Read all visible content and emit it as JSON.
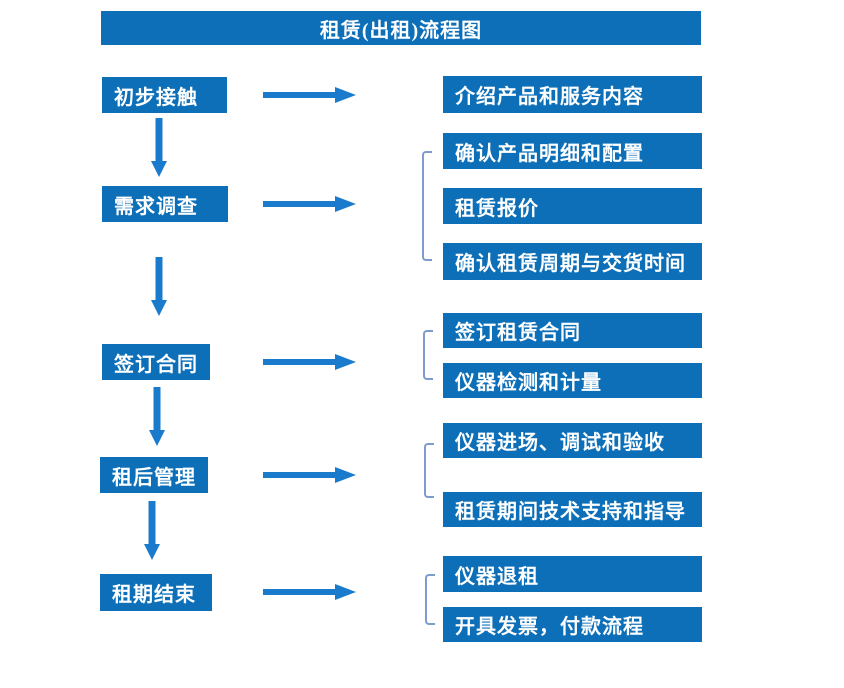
{
  "title": "租赁(出租)流程图",
  "colors": {
    "box_blue": "#0d6fb8",
    "arrow_blue": "#1a7bcd",
    "bracket_blue": "#7d9ccd",
    "text_color": "#ffffff"
  },
  "flow": [
    {
      "stage": "初步接触",
      "details": [
        "介绍产品和服务内容"
      ]
    },
    {
      "stage": "需求调查",
      "details": [
        "确认产品明细和配置",
        "租赁报价",
        "确认租赁周期与交货时间"
      ]
    },
    {
      "stage": "签订合同",
      "details": [
        "签订租赁合同",
        "仪器检测和计量"
      ]
    },
    {
      "stage": "租后管理",
      "details": [
        "仪器进场、调试和验收",
        "租赁期间技术支持和指导"
      ]
    },
    {
      "stage": "租期结束",
      "details": [
        "仪器退租",
        "开具发票，付款流程"
      ]
    }
  ]
}
